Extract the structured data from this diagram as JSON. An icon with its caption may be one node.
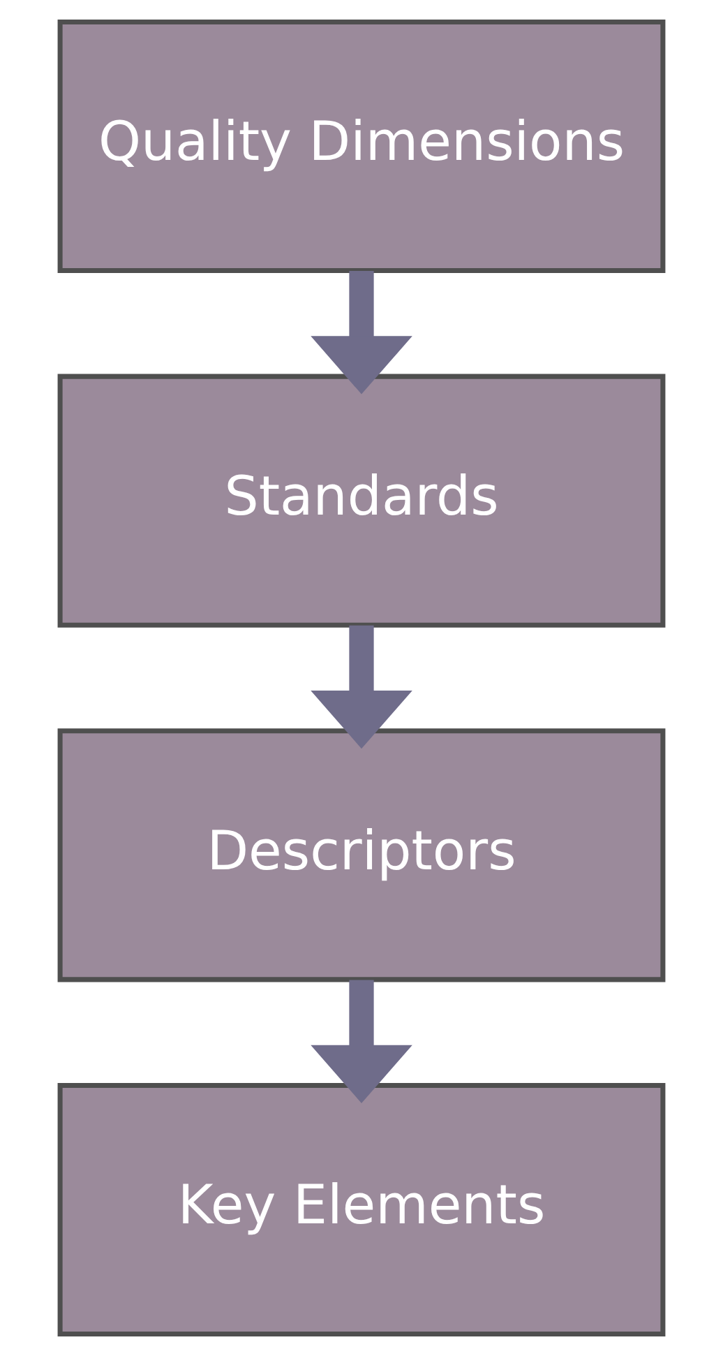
{
  "diagram": {
    "nodes": [
      {
        "text": [
          "Quality Dimensions"
        ]
      },
      {
        "text": [
          "Standards"
        ]
      },
      {
        "text": [
          "Descriptors"
        ]
      },
      {
        "text": [
          "Key Elements"
        ]
      }
    ],
    "edges": [
      {
        "from": 0,
        "to": 1,
        "arrow": "to"
      },
      {
        "from": 1,
        "to": 2,
        "arrow": "to"
      },
      {
        "from": 2,
        "to": 3,
        "arrow": "to"
      }
    ]
  }
}
